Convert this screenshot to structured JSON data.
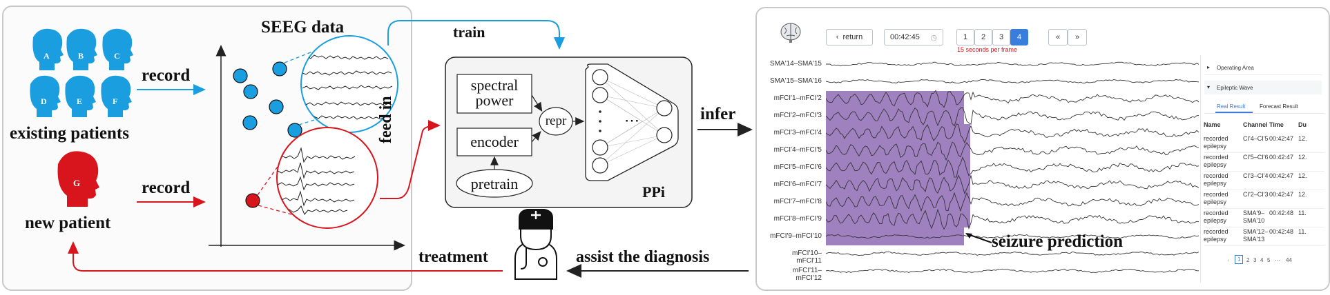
{
  "left": {
    "patients_existing": [
      "A",
      "B",
      "C",
      "D",
      "E",
      "F"
    ],
    "patient_new": "G",
    "existing_label": "existing patients",
    "new_label": "new patient",
    "record_label": "record",
    "seeg_title": "SEEG data",
    "train_label": "train",
    "feed_in_label": "feed in",
    "infer_label": "infer",
    "treatment_label": "treatment",
    "assist_label": "assist the diagnosis",
    "model": {
      "spectral": "spectral power",
      "encoder": "encoder",
      "pretrain": "pretrain",
      "repr": "repr",
      "dots": "⋯",
      "name": "PPi"
    },
    "colors": {
      "blue": "#1a9ee0",
      "red": "#d8141c",
      "arrow": "#222222"
    }
  },
  "right": {
    "return_label": "return",
    "time_value": "00:42:45",
    "pages": [
      "1",
      "2",
      "3",
      "4"
    ],
    "active_page": "4",
    "first_label": "«",
    "next_label": "»",
    "fps_note": "15 seconds per frame",
    "channels": [
      "SMA'14–SMA'15",
      "SMA'15–SMA'16",
      "mFCI'1–mFCI'2",
      "mFCI'2–mFCI'3",
      "mFCI'3–mFCI'4",
      "mFCI'4–mFCI'5",
      "mFCI'5–mFCI'6",
      "mFCI'6–mFCI'7",
      "mFCI'7–mFCI'8",
      "mFCI'8–mFCI'9",
      "mFCI'9–mFCI'10",
      "mFCI'10–mFCI'11",
      "mFCI'11–mFCI'12"
    ],
    "seizure_label": "seizure prediction",
    "side": {
      "operating_area": "Operating Area",
      "epileptic_wave": "Epileptic Wave",
      "tab_real": "Real Result",
      "tab_forecast": "Forecast Result",
      "headers": [
        "Name",
        "Channel",
        "Time",
        "Du"
      ],
      "rows": [
        {
          "name": "recorded epilepsy",
          "channel": "CI'4–CI'5",
          "time": "00:42:47",
          "dur": "12."
        },
        {
          "name": "recorded epilepsy",
          "channel": "CI'5–CI'6",
          "time": "00:42:47",
          "dur": "12."
        },
        {
          "name": "recorded epilepsy",
          "channel": "CI'3–CI'4",
          "time": "00:42:47",
          "dur": "12."
        },
        {
          "name": "recorded epilepsy",
          "channel": "CI'2–CI'3",
          "time": "00:42:47",
          "dur": "12."
        },
        {
          "name": "recorded epilepsy",
          "channel": "SMA'9–SMA'10",
          "time": "00:42:48",
          "dur": "11."
        },
        {
          "name": "recorded epilepsy",
          "channel": "SMA'12–SMA'13",
          "time": "00:42:48",
          "dur": "11."
        }
      ],
      "pager": [
        "1",
        "2",
        "3",
        "4",
        "5",
        "⋯",
        "44"
      ],
      "pager_prev": "‹"
    },
    "colors": {
      "accent": "#3b7ddd",
      "seizure": "#8e6bb5",
      "note": "#d8141c"
    }
  }
}
